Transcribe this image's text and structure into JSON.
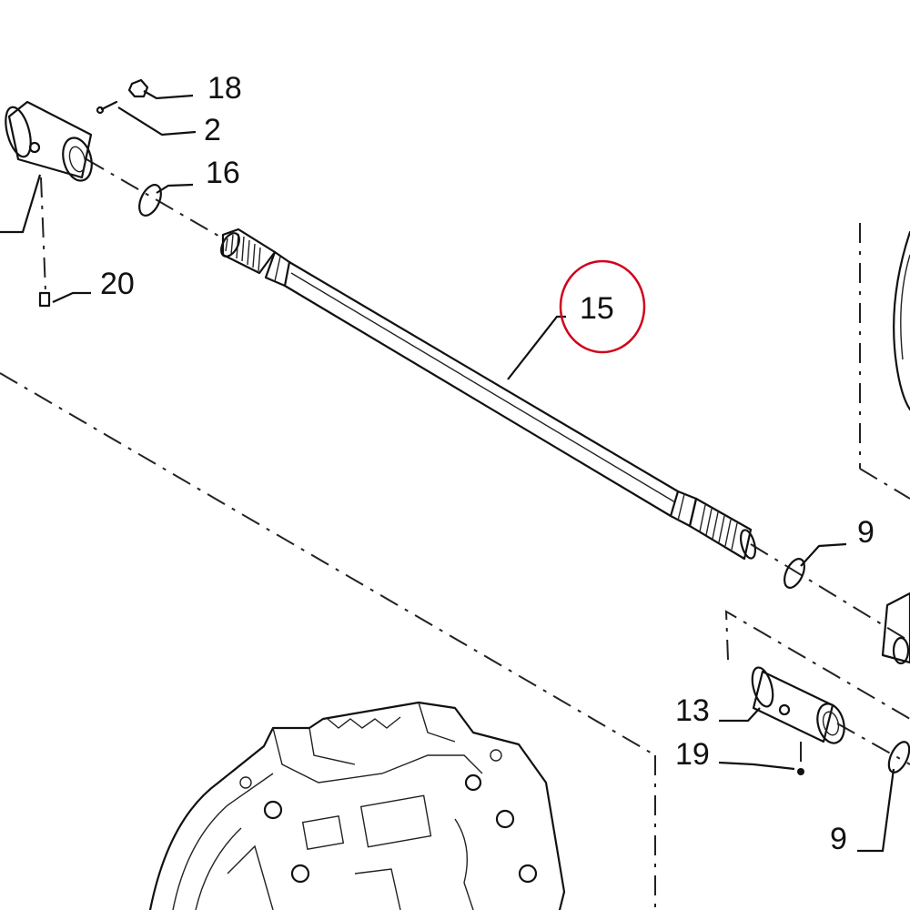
{
  "diagram": {
    "callouts": [
      {
        "id": "18",
        "text": "18"
      },
      {
        "id": "2",
        "text": "2"
      },
      {
        "id": "16",
        "text": "16"
      },
      {
        "id": "20",
        "text": "20"
      },
      {
        "id": "15",
        "text": "15"
      },
      {
        "id": "9a",
        "text": "9"
      },
      {
        "id": "13",
        "text": "13"
      },
      {
        "id": "19",
        "text": "19"
      },
      {
        "id": "9b",
        "text": "9"
      }
    ],
    "highlight": {
      "target": "15",
      "color": "#d0021b"
    }
  }
}
